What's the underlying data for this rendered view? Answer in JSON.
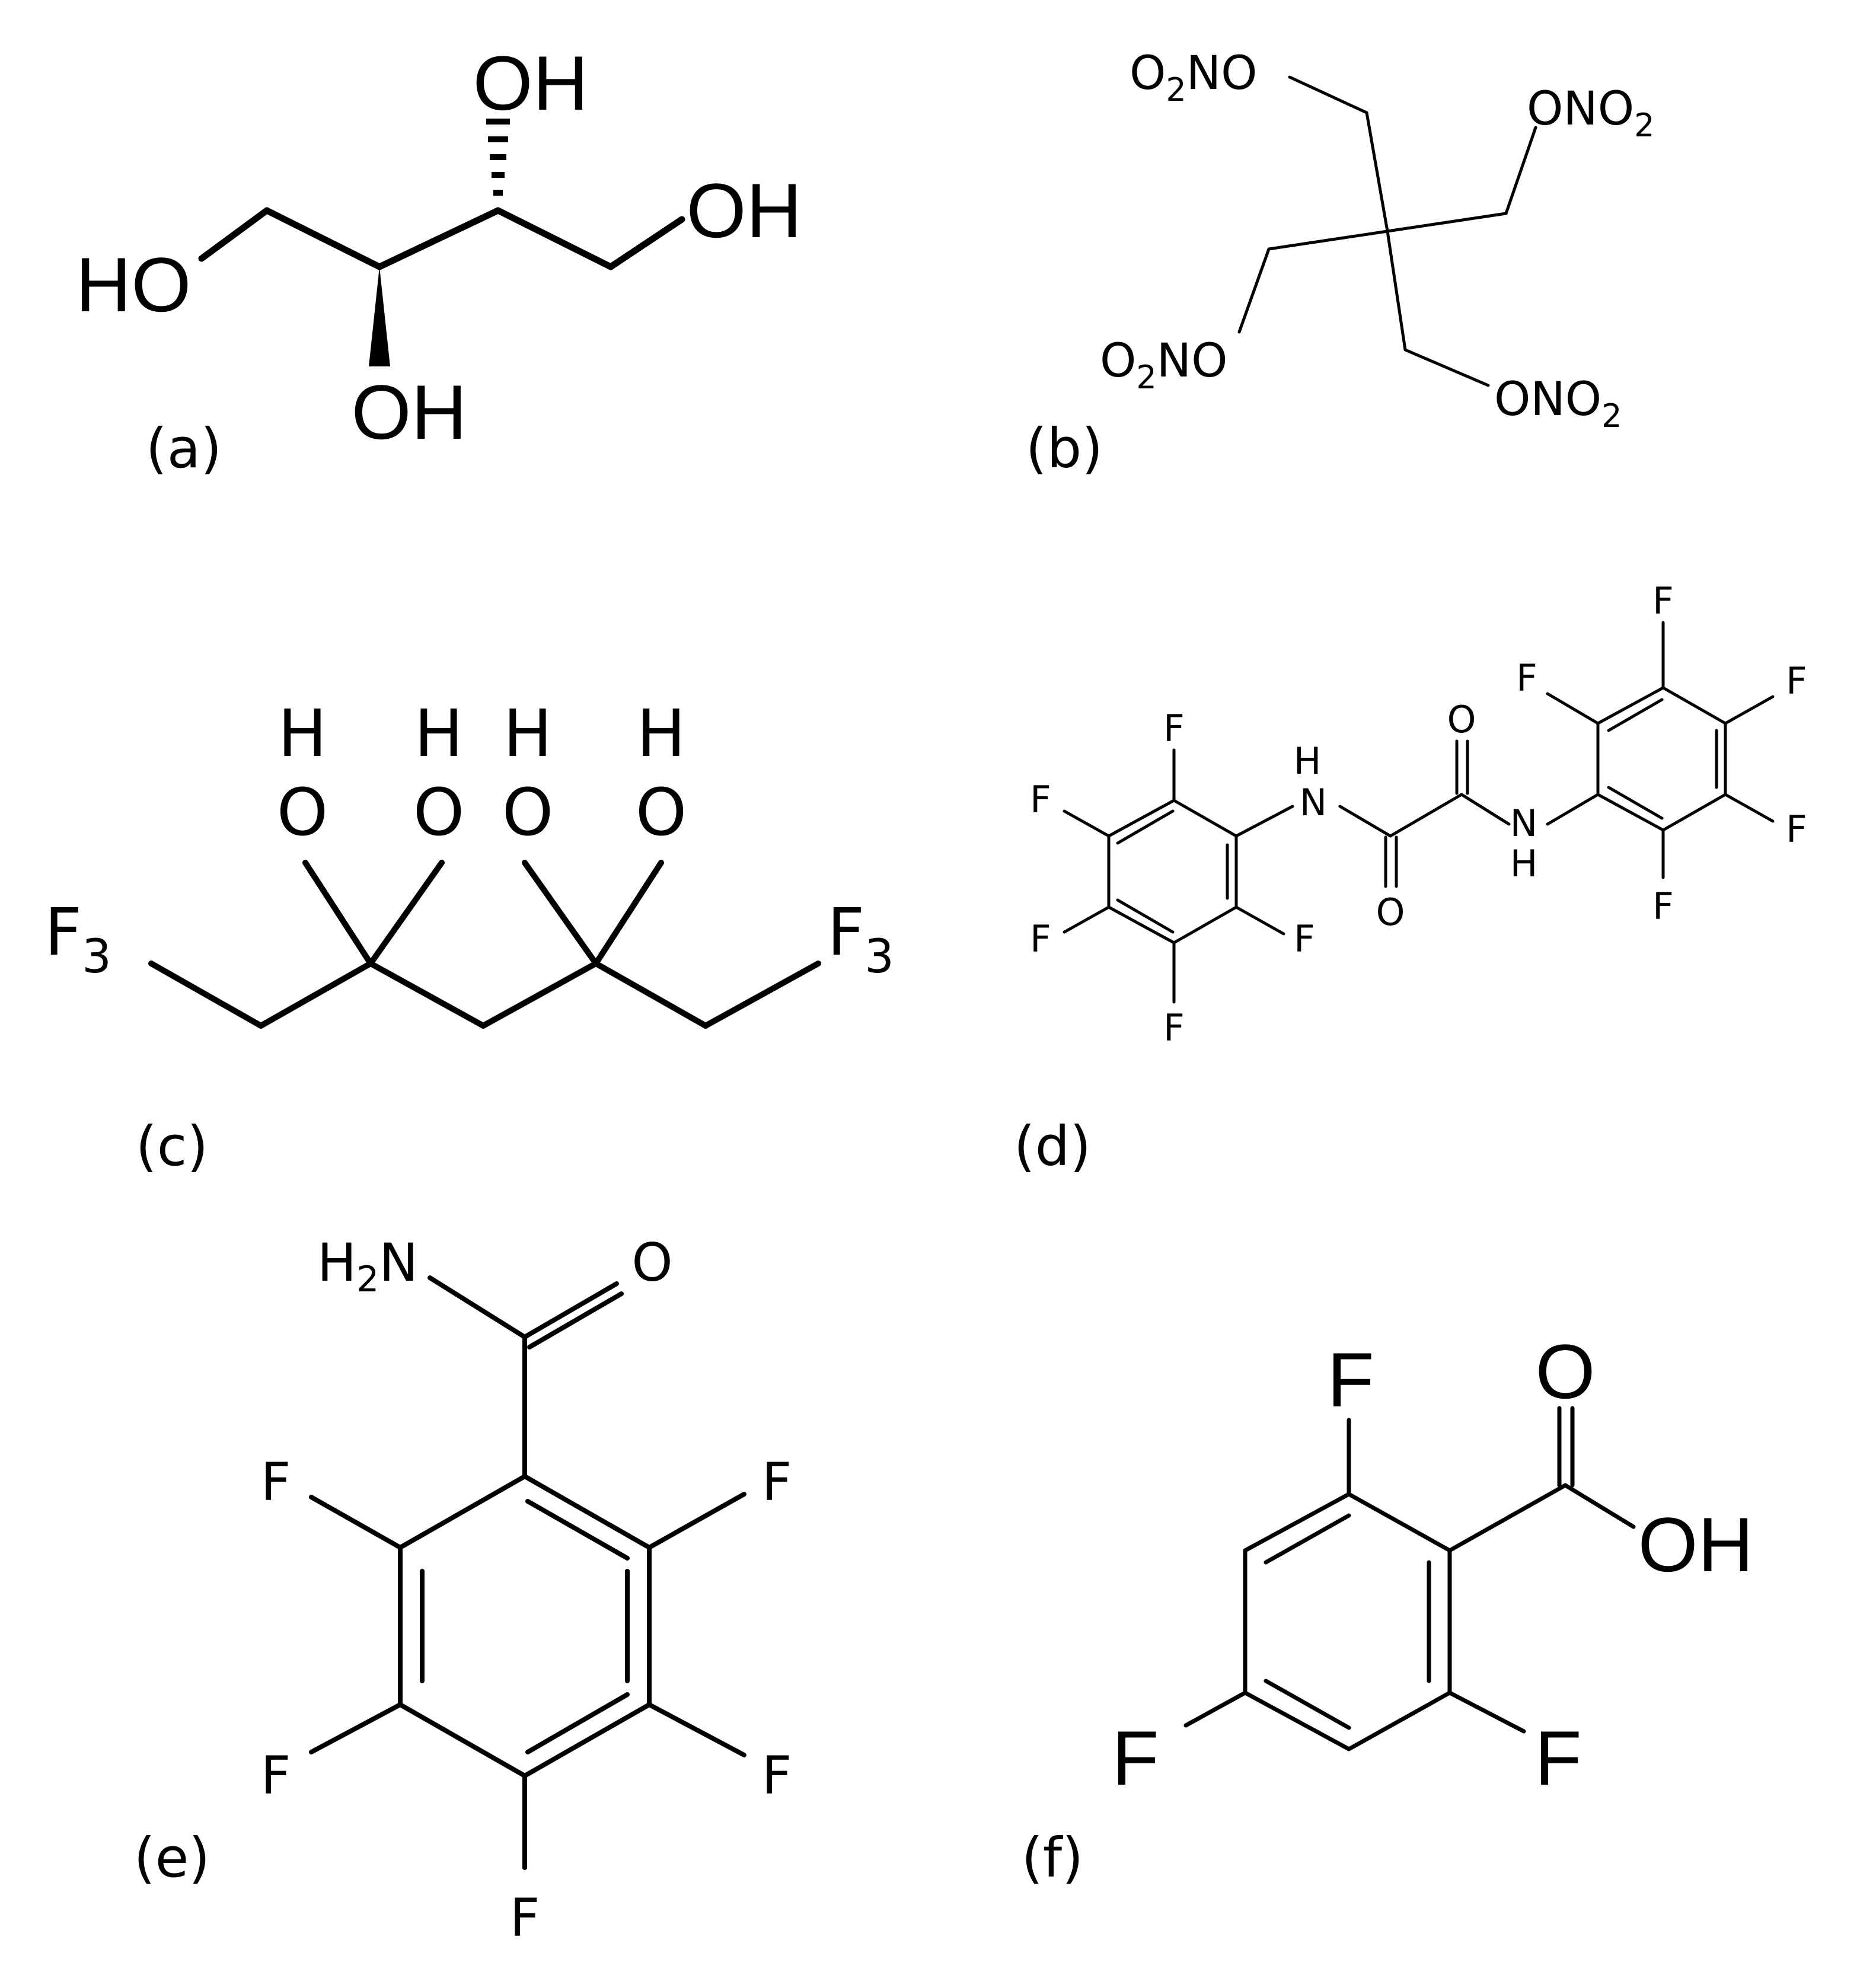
{
  "panels": {
    "a": {
      "label": "(a)",
      "atoms": {
        "ho": "HO",
        "oh_top": "OH",
        "oh_right": "OH",
        "oh_bottom": "OH"
      }
    },
    "b": {
      "label": "(b)",
      "groups": {
        "tl": {
          "pre": "O",
          "sub": "2",
          "post": "NO"
        },
        "tr": {
          "pre": "ONO",
          "sub": "2"
        },
        "bl": {
          "pre": "O",
          "sub": "2",
          "post": "NO"
        },
        "br": {
          "pre": "ONO",
          "sub": "2"
        }
      }
    },
    "c": {
      "label": "(c)",
      "atoms": {
        "h": "H",
        "o": "O",
        "f": "F",
        "sub3": "3"
      }
    },
    "d": {
      "label": "(d)",
      "atoms": {
        "f": "F",
        "nh_h": "H",
        "n": "N",
        "o": "O"
      }
    },
    "e": {
      "label": "(e)",
      "atoms": {
        "h": "H",
        "sub2": "2",
        "n": "N",
        "o": "O",
        "f": "F"
      }
    },
    "f": {
      "label": "(f)",
      "atoms": {
        "f": "F",
        "o": "O",
        "oh": "OH"
      }
    }
  }
}
